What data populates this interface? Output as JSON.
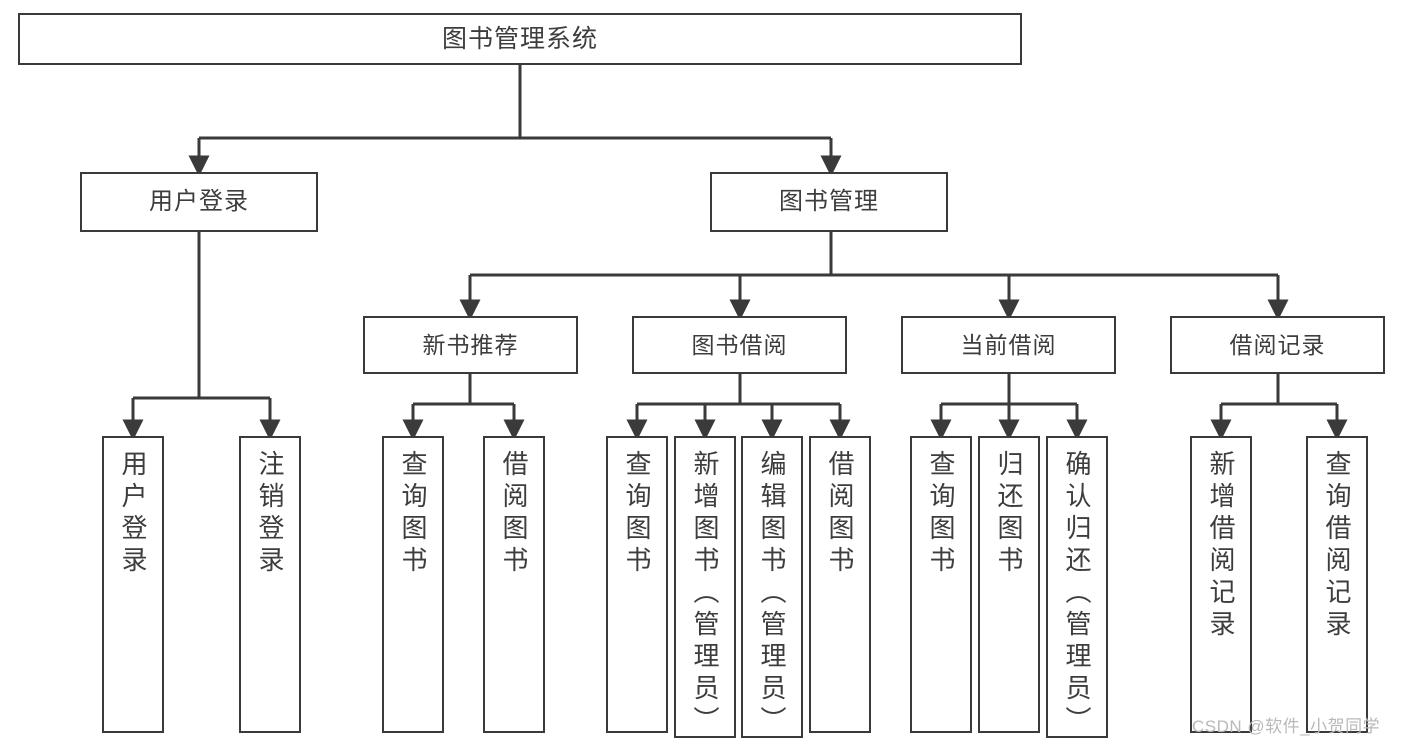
{
  "diagram": {
    "type": "tree-hierarchy-chart",
    "title_text": "图书管理系统",
    "line_color": "#3a3a3a",
    "box_fill": "#ffffff",
    "text_color": "#3d3d3d",
    "root": {
      "label": "图书管理系统"
    },
    "level2": [
      {
        "label": "用户登录"
      },
      {
        "label": "图书管理"
      }
    ],
    "level3": [
      {
        "label": "新书推荐"
      },
      {
        "label": "图书借阅"
      },
      {
        "label": "当前借阅"
      },
      {
        "label": "借阅记录"
      }
    ],
    "leaves": [
      {
        "label": "用户登录"
      },
      {
        "label": "注销登录"
      },
      {
        "label": "查询图书"
      },
      {
        "label": "借阅图书"
      },
      {
        "label": "查询图书"
      },
      {
        "label": "新增图书（管理员）"
      },
      {
        "label": "编辑图书（管理员）"
      },
      {
        "label": "借阅图书"
      },
      {
        "label": "查询图书"
      },
      {
        "label": "归还图书"
      },
      {
        "label": "确认归还（管理员）"
      },
      {
        "label": "新增借阅记录"
      },
      {
        "label": "查询借阅记录"
      }
    ]
  },
  "watermark": {
    "text": "CSDN @软件_小贺同学",
    "color": "#b9b9b9"
  }
}
